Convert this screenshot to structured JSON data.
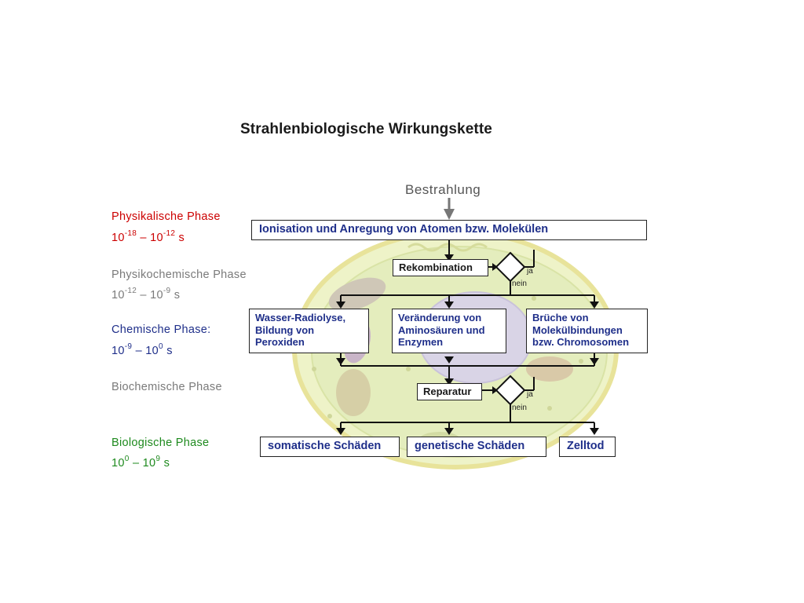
{
  "title": "Strahlenbiologische Wirkungskette",
  "start": "Bestrahlung",
  "phases": [
    {
      "name": "Physikalische Phase",
      "time": {
        "a": "10",
        "a_exp": "-18",
        "sep": " – ",
        "b": "10",
        "b_exp": "-12",
        "unit": " s"
      },
      "color": "#cc0000"
    },
    {
      "name": "Physikochemische Phase",
      "time": {
        "a": "10",
        "a_exp": "-12",
        "sep": " – ",
        "b": "10",
        "b_exp": "-9",
        "unit": " s"
      },
      "color": "#7a7a7a"
    },
    {
      "name": "Chemische Phase:",
      "time": {
        "a": "10",
        "a_exp": "-9",
        "sep": " – ",
        "b": "10",
        "b_exp": "0",
        "unit": " s"
      },
      "color": "#1f2f8a"
    },
    {
      "name": "Biochemische Phase",
      "color": "#7a7a7a"
    },
    {
      "name": "Biologische Phase",
      "time": {
        "a": "10",
        "a_exp": "0",
        "sep": " – ",
        "b": "10",
        "b_exp": "9",
        "unit": " s"
      },
      "color": "#1e8a1e"
    }
  ],
  "boxes": {
    "ionisation": "Ionisation und Anregung von Atomen bzw. Molekülen",
    "rekombination": "Rekombination",
    "wasser": [
      "Wasser-Radiolyse,",
      "Bildung von",
      "Peroxiden"
    ],
    "aminosaeuren": [
      "Veränderung von",
      "Aminosäuren und",
      "Enzymen"
    ],
    "brueche": [
      "Brüche von",
      "Molekülbindungen",
      "bzw. Chromosomen"
    ],
    "reparatur": "Reparatur",
    "somatisch": "somatische Schäden",
    "genetisch": "genetische Schäden",
    "zelltod": "Zelltod"
  },
  "decision_labels": {
    "ja": "ja",
    "nein": "nein"
  },
  "colors": {
    "box_text": "#1f2f8a",
    "cell_fill": "#eef3c8",
    "cell_border": "#e6e08a",
    "arrow": "#7a7a7a"
  }
}
